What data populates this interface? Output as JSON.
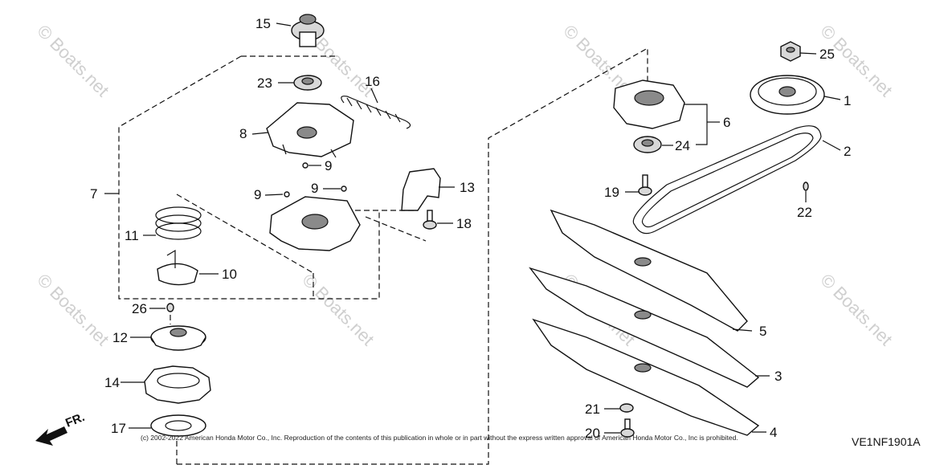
{
  "watermarks": [
    "© Boats.net",
    "© Boats.net",
    "© Boats.net",
    "© Boats.net",
    "© Boats.net",
    "© Boats.net",
    "© Boats.net",
    "© Boats.net"
  ],
  "callouts": {
    "c1": "1",
    "c2": "2",
    "c3": "3",
    "c4": "4",
    "c5": "5",
    "c6": "6",
    "c7": "7",
    "c8": "8",
    "c9a": "9",
    "c9b": "9",
    "c9c": "9",
    "c10": "10",
    "c11": "11",
    "c12": "12",
    "c13": "13",
    "c14": "14",
    "c15": "15",
    "c16": "16",
    "c17": "17",
    "c18": "18",
    "c19": "19",
    "c20": "20",
    "c21": "21",
    "c22": "22",
    "c23": "23",
    "c24": "24",
    "c25": "25",
    "c26": "26"
  },
  "front_marker": "FR.",
  "copyright": "(c) 2002-2022 American Honda Motor Co., Inc. Reproduction of the contents of this publication in whole or in part without the express written approval of American Honda Motor Co., Inc is prohibited.",
  "diagram_code": "VE1NF1901A"
}
